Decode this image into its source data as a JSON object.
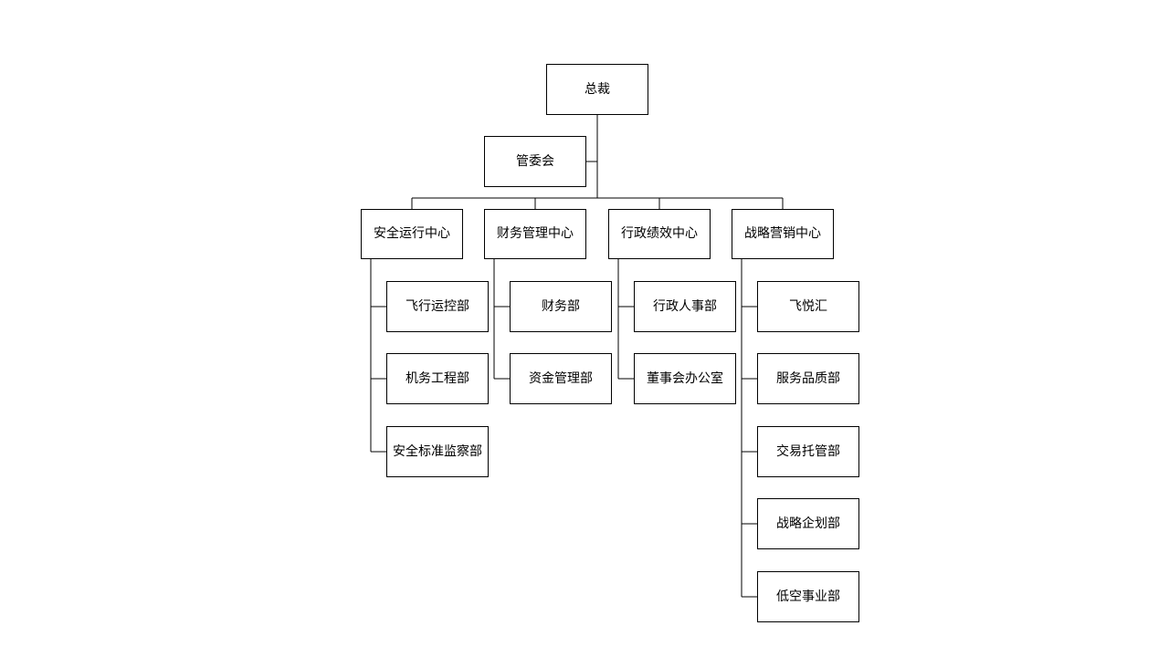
{
  "colors": {
    "line": "#000000",
    "box_border": "#000000",
    "box_fill": "#ffffff",
    "background": "#ffffff"
  },
  "org": {
    "root": "总裁",
    "committee": "管委会",
    "centers": [
      {
        "name": "安全运行中心",
        "departments": [
          "飞行运控部",
          "机务工程部",
          "安全标准监察部"
        ]
      },
      {
        "name": "财务管理中心",
        "departments": [
          "财务部",
          "资金管理部"
        ]
      },
      {
        "name": "行政绩效中心",
        "departments": [
          "行政人事部",
          "董事会办公室"
        ]
      },
      {
        "name": "战略营销中心",
        "departments": [
          "飞悦汇",
          "服务品质部",
          "交易托管部",
          "战略企划部",
          "低空事业部"
        ]
      }
    ]
  }
}
